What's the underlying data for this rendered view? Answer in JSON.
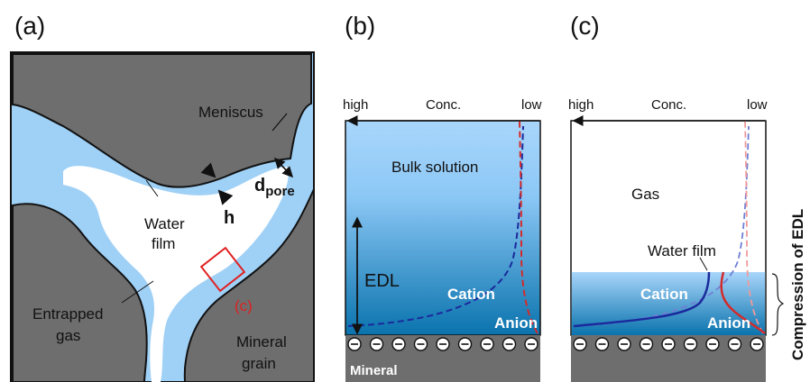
{
  "panels": {
    "a": {
      "letter": "(a)",
      "labels": {
        "meniscus": "Meniscus",
        "d": "d",
        "d_sub": "pore",
        "h": "h",
        "water_line1": "Water",
        "water_line2": "film",
        "gas_line1": "Entrapped",
        "gas_line2": "gas",
        "mineral_line1": "Mineral",
        "mineral_line2": "grain",
        "inset_ref": "(c)"
      },
      "colors": {
        "grain": "#6e6e6e",
        "water": "#9fd0f6",
        "gas": "#ffffff",
        "inset": "#e02020"
      }
    },
    "b": {
      "letter": "(b)",
      "axis": {
        "left": "high",
        "title": "Conc.",
        "right": "low"
      },
      "labels": {
        "bulk": "Bulk solution",
        "edl": "EDL",
        "cation": "Cation",
        "anion": "Anion",
        "mineral": "Mineral"
      },
      "colors": {
        "cation": "#1b2a9c",
        "anion": "#d42a2a",
        "top": "#a9d6fb",
        "bottom": "#0a73ad"
      }
    },
    "c": {
      "letter": "(c)",
      "axis": {
        "left": "high",
        "title": "Conc.",
        "right": "low"
      },
      "labels": {
        "gas": "Gas",
        "water_film": "Water film",
        "cation": "Cation",
        "anion": "Anion",
        "side": "Compression of EDL"
      },
      "colors": {
        "cation": "#1b2a9c",
        "anion": "#d42a2a",
        "film_top": "#a9d6fb",
        "film_bottom": "#0a73ad"
      }
    }
  },
  "surface_charge_symbol": "⊖"
}
